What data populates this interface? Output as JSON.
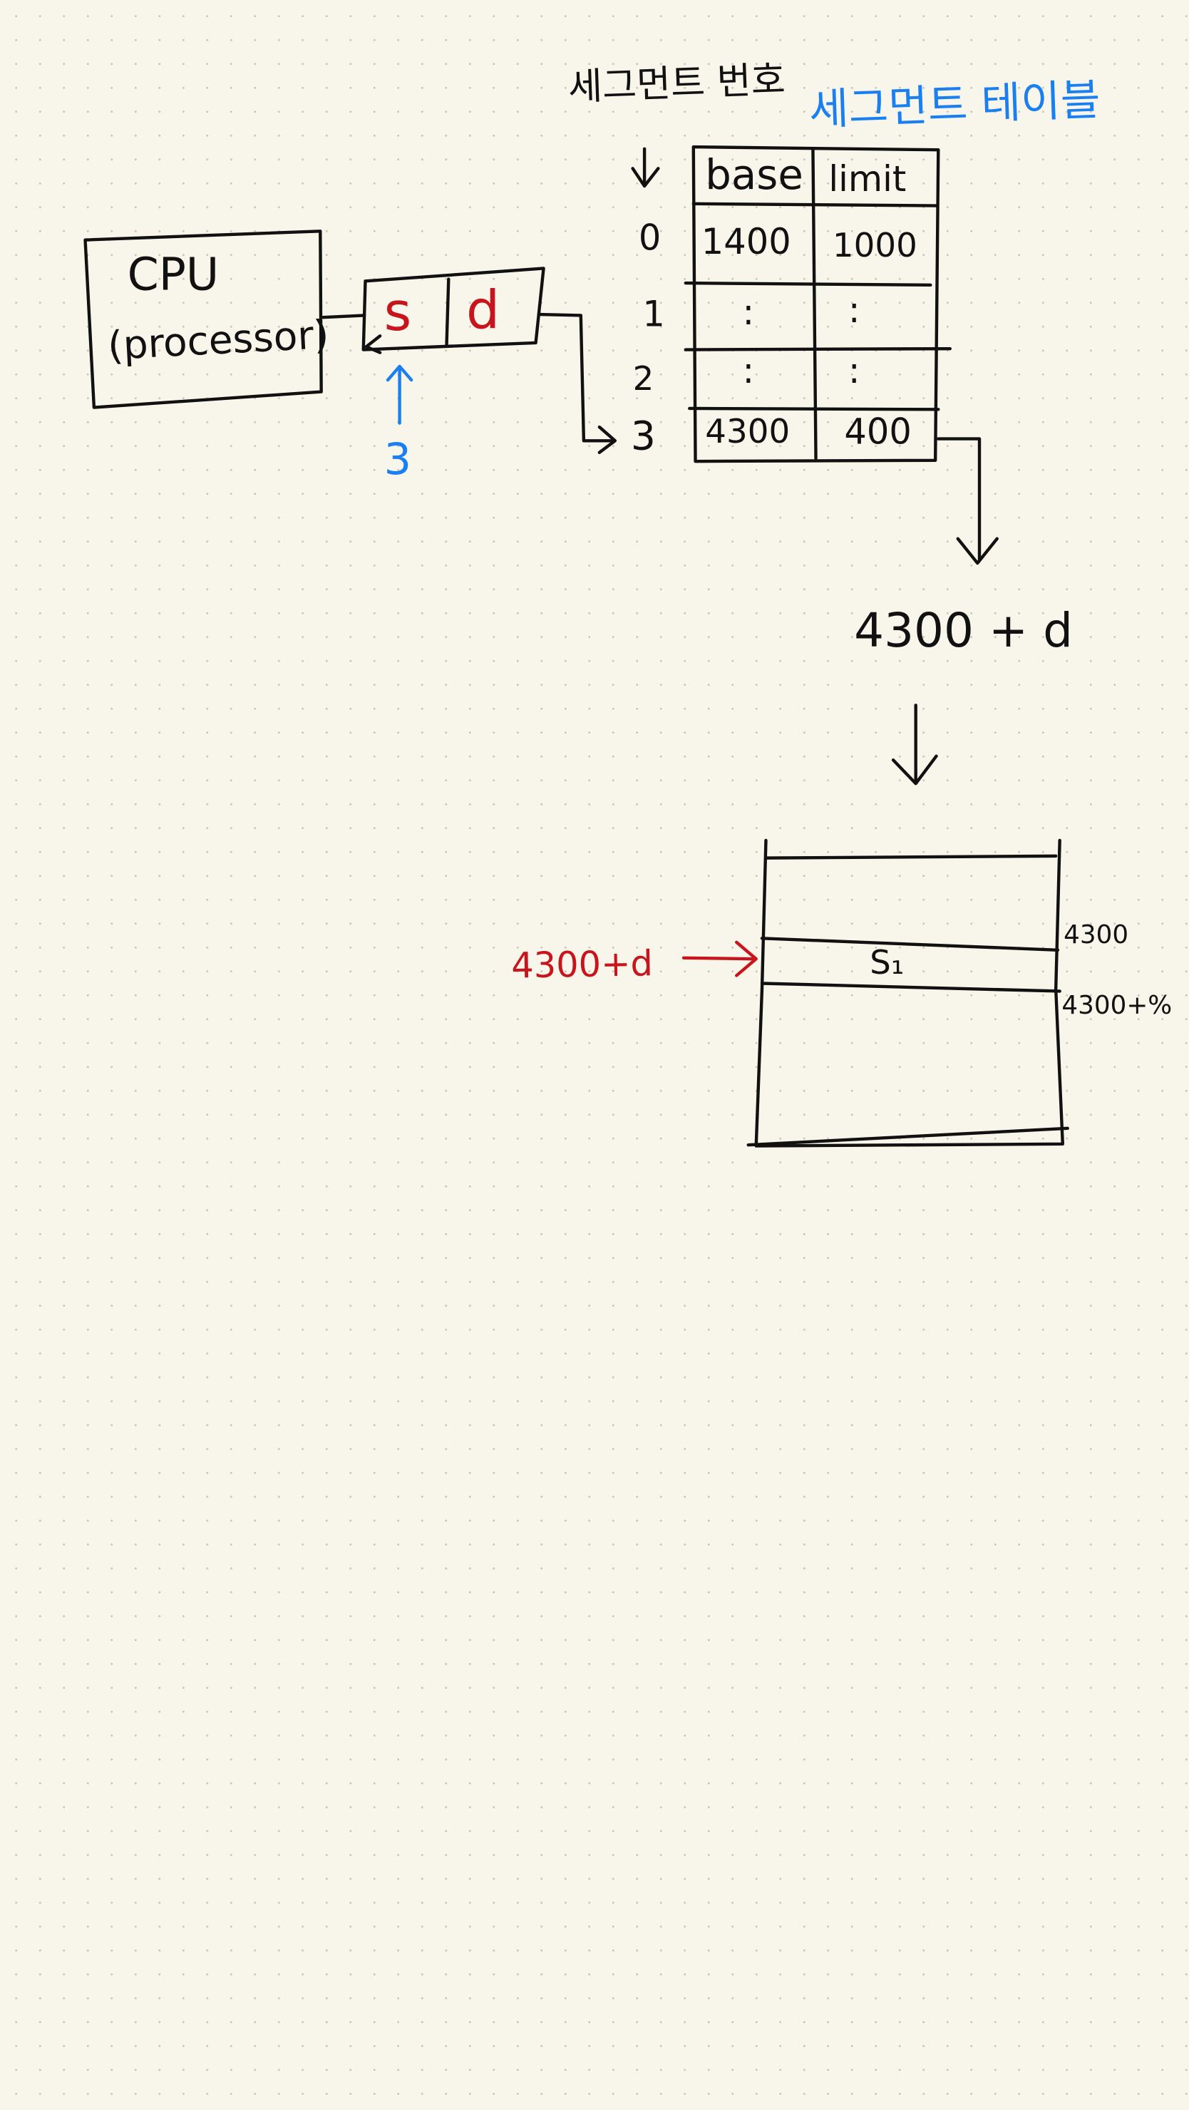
{
  "colors": {
    "ink": "#111111",
    "red": "#c8141c",
    "blue": "#1a7ff0",
    "paper": "#f8f5ea"
  },
  "labels": {
    "segment_number": "세그먼트 번호",
    "segment_table": "세그먼트 테이블",
    "cpu_line1": "CPU",
    "cpu_line2": "(processor)",
    "addr_s": "s",
    "addr_d": "d",
    "segment_value": "3",
    "result": "4300 + d",
    "memory_pointer": "4300+d",
    "memory_segment": "S₁",
    "mem_start": "4300",
    "mem_end": "4300+%"
  },
  "table": {
    "headers": [
      "base",
      "limit"
    ],
    "rows": [
      {
        "index": "0",
        "base": "1400",
        "limit": "1000"
      },
      {
        "index": "1",
        "base": ":",
        "limit": ":"
      },
      {
        "index": "2",
        "base": ":",
        "limit": ":"
      },
      {
        "index": "3",
        "base": "4300",
        "limit": "400"
      }
    ]
  }
}
